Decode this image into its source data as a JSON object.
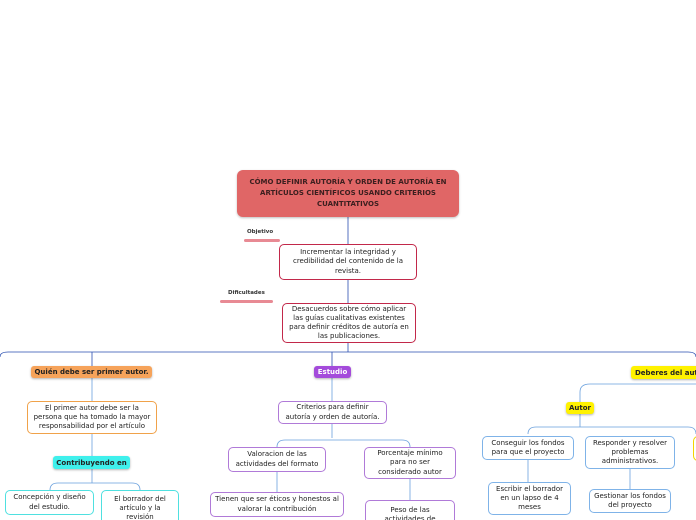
{
  "title": "CÓMO DEFINIR AUTORÍA Y ORDEN DE AUTORÍA EN ARTÍCULOS CIENTÍFICOS USANDO CRITERIOS CUANTITATIVOS",
  "links": {
    "objetivo": "Objetivo",
    "dificultades": "Dificultades"
  },
  "nodes": {
    "objetivo_text": "Incrementar la integridad y credibilidad del contenido de la revista.",
    "dificultades_text": "Desacuerdos sobre cómo aplicar las guías cualitativas existentes para definir créditos de autoría en las publicaciones."
  },
  "branches": {
    "primer_autor": {
      "label": "Quién debe ser primer autor.",
      "text": "El primer autor debe ser la persona que ha tomado la mayor responsabilidad por el artículo",
      "sub_label": "Contribuyendo en",
      "items": [
        "Concepción y diseño del estudio.",
        "El borrador del artículo y la revisión"
      ]
    },
    "estudio": {
      "label": "Estudio",
      "text": "Criterios para definir autoría y orden de autoría.",
      "children": [
        {
          "text": "Valoracion de las actividades del formato",
          "child": "Tienen que ser éticos y honestos al valorar la contribución"
        },
        {
          "text": "Porcentaje mínimo para no ser considerado autor",
          "child": "Peso de las actividades de carácter intelectual"
        }
      ]
    },
    "deberes": {
      "label": "Deberes del autor",
      "sub_label": "Autor",
      "children": [
        {
          "text": "Conseguir los fondos para que el proyecto",
          "child": "Escribir el borrador en un lapso de 4 meses"
        },
        {
          "text": "Responder y resolver problemas administrativos.",
          "child": "Gestionar los fondos del proyecto"
        }
      ]
    }
  }
}
